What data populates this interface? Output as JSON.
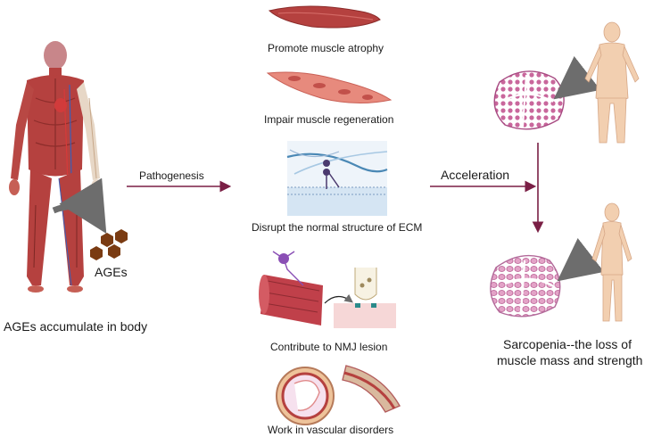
{
  "left": {
    "ages_label": "AGEs",
    "accumulate_label": "AGEs accumulate in body"
  },
  "arrows": {
    "pathogenesis": "Pathogenesis",
    "acceleration": "Acceleration"
  },
  "mechanisms": [
    {
      "label": "Promote muscle atrophy",
      "icon": "muscle-fiber-icon"
    },
    {
      "label": "Impair muscle regeneration",
      "icon": "muscle-cell-icon"
    },
    {
      "label": "Disrupt the normal structure of ECM",
      "icon": "ecm-icon"
    },
    {
      "label": "Contribute to NMJ lesion",
      "icon": "nmj-icon"
    },
    {
      "label": "Work in vascular disorders",
      "icon": "vessel-icon"
    }
  ],
  "right": {
    "outcome_line1": "Sarcopenia--the loss of",
    "outcome_line2": "muscle mass and strength"
  },
  "colors": {
    "arrow": "#7a1f45",
    "muscle": "#b5413f",
    "ages_hex": "#7a3b12",
    "tissue": "#d48fb5",
    "skin": "#f2cfb0"
  }
}
